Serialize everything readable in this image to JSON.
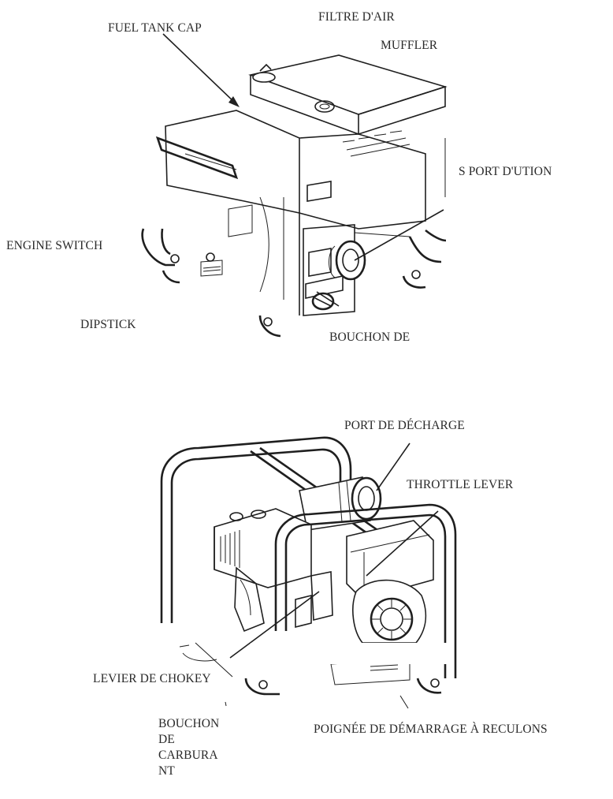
{
  "upper_diagram": {
    "labels": {
      "fuel_tank_cap": "FUEL TANK CAP",
      "filtre_air": "FILTRE D'AIR",
      "muffler": "MUFFLER",
      "sport_dution": "S PORT D'UTION",
      "engine_switch": "ENGINE SWITCH",
      "dipstick": "DIPSTICK",
      "bouchon_de": "BOUCHON DE"
    }
  },
  "lower_diagram": {
    "labels": {
      "port_de_decharge": "PORT DE DÉCHARGE",
      "throttle_lever": "THROTTLE LEVER",
      "levier_de_chokey": "LEVIER DE CHOKEY",
      "bouchon_de_carburant": "BOUCHON DE CARBURA NT",
      "poignee_demarrage": "POIGNÉE DE DÉMARRAGE À RECULONS"
    }
  }
}
